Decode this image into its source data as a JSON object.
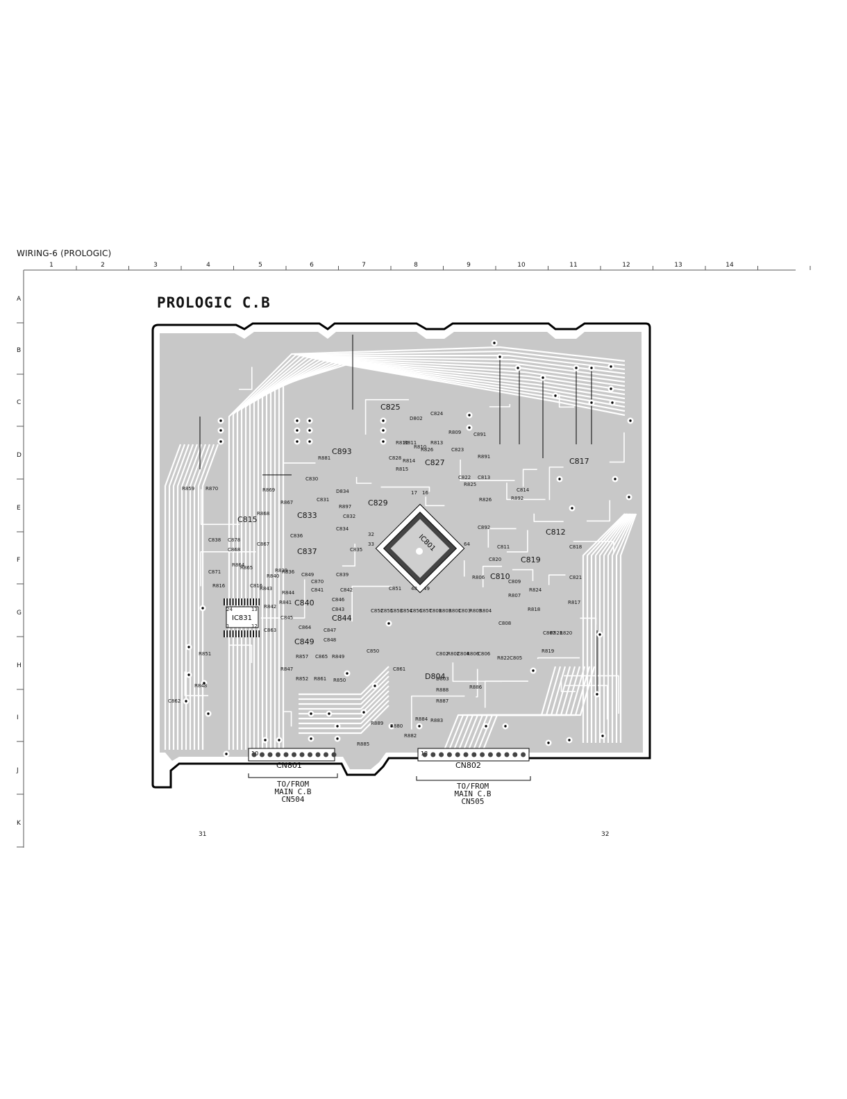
{
  "page_title": "WIRING-6 (PROLOGIC)",
  "grid": {
    "columns": [
      "1",
      "2",
      "3",
      "4",
      "5",
      "6",
      "7",
      "8",
      "9",
      "10",
      "11",
      "12",
      "13",
      "14"
    ],
    "rows": [
      "A",
      "B",
      "C",
      "D",
      "E",
      "F",
      "G",
      "H",
      "I",
      "J",
      "K"
    ]
  },
  "board": {
    "title": "PROLOGIC C.B",
    "ic_main": "IC801",
    "ic_secondary": "IC831",
    "pin_labels": [
      "17",
      "16",
      "32",
      "33",
      "64",
      "48",
      "49",
      "24",
      "13",
      "1",
      "12"
    ],
    "components": [
      "C825",
      "D802",
      "C824",
      "R809",
      "C891",
      "R891",
      "C893",
      "C830",
      "D834",
      "R897",
      "C831",
      "C832",
      "C829",
      "C828",
      "R815",
      "R814",
      "R812",
      "R811",
      "R810",
      "R826",
      "R813",
      "C827",
      "C823",
      "C822",
      "R825",
      "C813",
      "C814",
      "R892",
      "R826",
      "C892",
      "C812",
      "C811",
      "C820",
      "C819",
      "C818",
      "R806",
      "C810",
      "C809",
      "R807",
      "R824",
      "C821",
      "R817",
      "R818",
      "C808",
      "C807",
      "R821",
      "R820",
      "R819",
      "R822",
      "C805",
      "C806",
      "R806",
      "C804",
      "R802",
      "C802",
      "R804",
      "R805",
      "C803",
      "R801",
      "R803",
      "C801",
      "C857",
      "C856",
      "C854",
      "C853",
      "C855",
      "C852",
      "C851",
      "C850",
      "C817",
      "R859",
      "R870",
      "R869",
      "R868",
      "R867",
      "C833",
      "C834",
      "C836",
      "C837",
      "C835",
      "C838",
      "C815",
      "C878",
      "C868",
      "C867",
      "R864",
      "R865",
      "C871",
      "C816",
      "R843",
      "R840",
      "R839",
      "R836",
      "C870",
      "C841",
      "C842",
      "R816",
      "R844",
      "R842",
      "R841",
      "C849",
      "C839",
      "C840",
      "C846",
      "C843",
      "C844",
      "C845",
      "C863",
      "C864",
      "C847",
      "C848",
      "C849",
      "R851",
      "R857",
      "C865",
      "R849",
      "R847",
      "R852",
      "R861",
      "R850",
      "R848",
      "C862",
      "C861",
      "D804",
      "D803",
      "R888",
      "R887",
      "R886",
      "R889",
      "R880",
      "R882",
      "R883",
      "R884",
      "R885",
      "R881"
    ],
    "connectors": [
      {
        "name": "CN801",
        "pin_first": "10",
        "caption": [
          "TO/FROM",
          "MAIN C.B",
          "CN504"
        ]
      },
      {
        "name": "CN802",
        "pin_first": "13",
        "caption": [
          "TO/FROM",
          "MAIN C.B",
          "CN505"
        ]
      }
    ]
  },
  "page_numbers": [
    "31",
    "32"
  ],
  "colors": {
    "board_fill": "#c8c8c8",
    "board_outline": "#000000",
    "trace": "#ffffff",
    "pad": "#ffffff",
    "ink": "#111111"
  }
}
